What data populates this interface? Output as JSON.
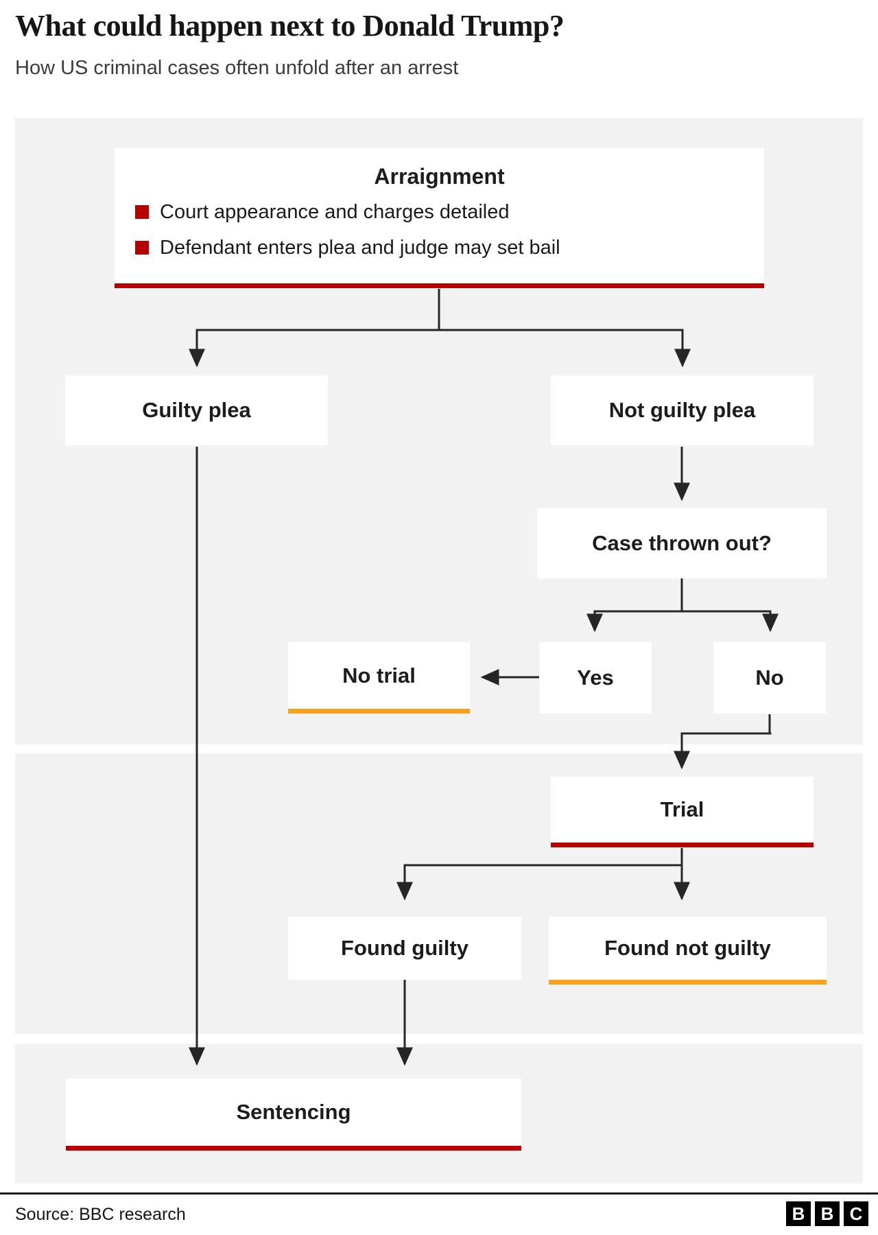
{
  "header": {
    "title": "What could happen next to Donald Trump?",
    "subtitle": "How US criminal cases often unfold after an arrest"
  },
  "colors": {
    "red": "#b80000",
    "orange": "#f6a21d",
    "panel": "#f2f2f2",
    "line": "#262626",
    "ink": "#1c1c1c"
  },
  "nodes": {
    "arraignment": {
      "label": "Arraignment",
      "bullets": [
        "Court appearance and charges detailed",
        "Defendant enters plea and judge may set bail"
      ]
    },
    "guilty_plea": {
      "label": "Guilty plea"
    },
    "not_guilty_plea": {
      "label": "Not guilty plea"
    },
    "case_thrown_out": {
      "label": "Case thrown out?"
    },
    "yes": {
      "label": "Yes"
    },
    "no": {
      "label": "No"
    },
    "no_trial": {
      "label": "No trial"
    },
    "trial": {
      "label": "Trial"
    },
    "found_guilty": {
      "label": "Found guilty"
    },
    "found_not_guilty": {
      "label": "Found not guilty"
    },
    "sentencing": {
      "label": "Sentencing"
    }
  },
  "footer": {
    "source": "Source: BBC research",
    "logo_letters": [
      "B",
      "B",
      "C"
    ]
  }
}
